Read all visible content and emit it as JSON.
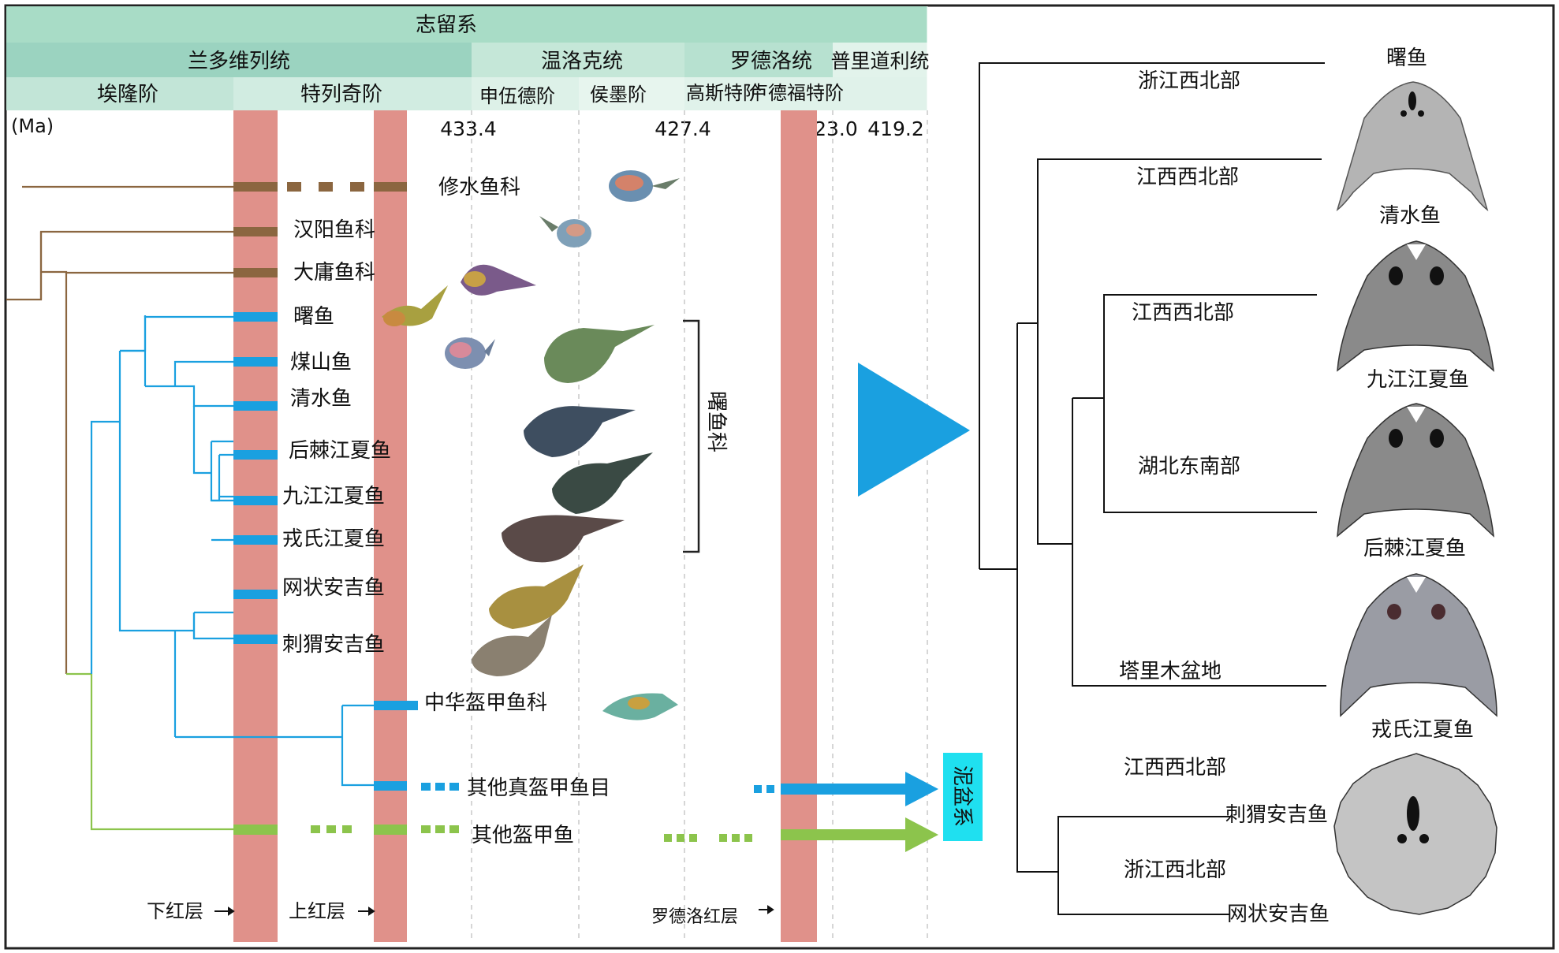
{
  "header": {
    "system": "志留系",
    "series": [
      "兰多维列统",
      "温洛克统",
      "罗德洛统",
      "普里道利统"
    ],
    "stages": [
      "埃隆阶",
      "特列奇阶",
      "申伍德阶",
      "侯墨阶",
      "高斯特阶",
      "卢德福特阶"
    ]
  },
  "time_axis": {
    "unit": "(Ma)",
    "ticks": [
      "433.4",
      "427.4",
      "423.0",
      "419.2"
    ]
  },
  "taxa": [
    "修水鱼科",
    "汉阳鱼科",
    "大庸鱼科",
    "曙鱼",
    "煤山鱼",
    "清水鱼",
    "后棘江夏鱼",
    "九江江夏鱼",
    "戎氏江夏鱼",
    "网状安吉鱼",
    "刺猬安吉鱼",
    "中华盔甲鱼科",
    "其他真盔甲鱼目",
    "其他盔甲鱼"
  ],
  "family_bracket": "曙鱼科",
  "devonian_box": "泥盆系",
  "red_layers": [
    "下红层",
    "上红层",
    "罗德洛红层"
  ],
  "right_tree": {
    "regions": [
      "浙江西北部",
      "江西西北部",
      "江西西北部",
      "湖北东南部",
      "塔里木盆地",
      "江西西北部",
      "浙江西北部"
    ],
    "species": [
      "曙鱼",
      "清水鱼",
      "九江江夏鱼",
      "后棘江夏鱼",
      "戎氏江夏鱼",
      "刺猬安吉鱼",
      "网状安吉鱼"
    ]
  },
  "colors": {
    "header_top": "#a8dcc6",
    "header_mid": "#9fd6c3",
    "header_light": "#cbe9dc",
    "red_layer": "#e0918a",
    "blue_lineage": "#1aa0e0",
    "brown_lineage": "#8b6640",
    "green_lineage": "#8cc44c",
    "devonian": "#1fe0f0"
  }
}
